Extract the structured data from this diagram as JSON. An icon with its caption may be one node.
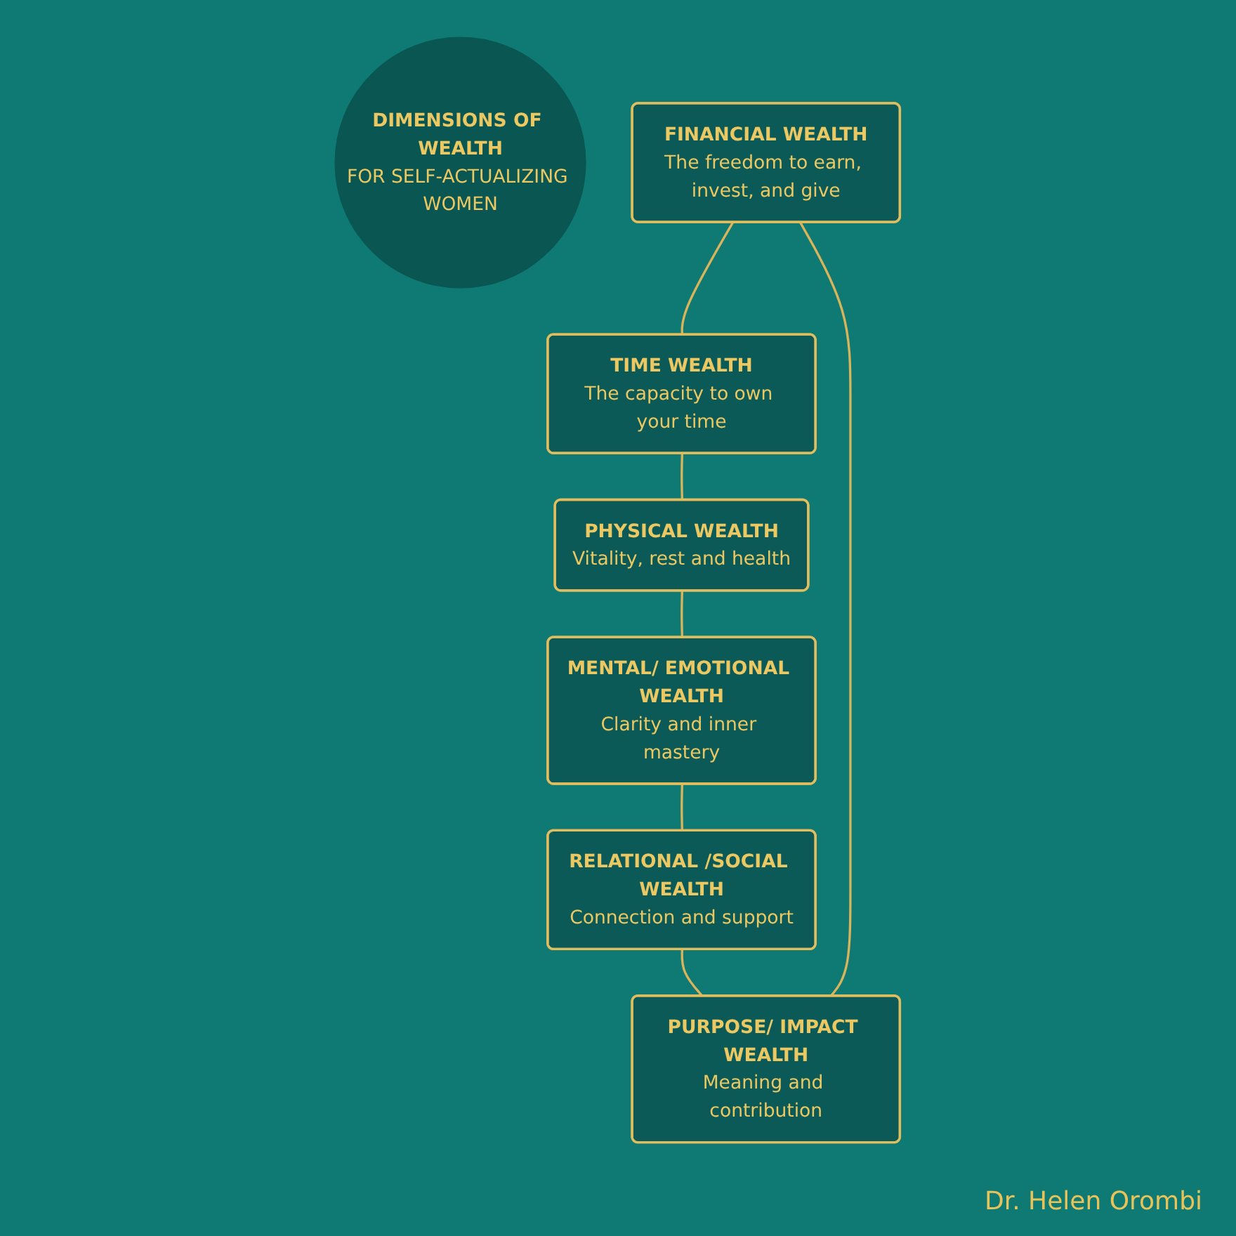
{
  "diagram": {
    "nodes": [
      {
        "text": [
          "DIMENSIONS OF WEALTH",
          "FOR SELF-ACTUALIZING WOMEN"
        ]
      },
      {
        "text": [
          "FINANCIAL WEALTH",
          "The freedom to earn, invest, and give"
        ]
      },
      {
        "text": [
          "TIME WEALTH",
          "The capacity to own your time"
        ]
      },
      {
        "text": [
          "PHYSICAL WEALTH",
          "Vitality, rest and health"
        ]
      },
      {
        "text": [
          "MENTAL/ EMOTIONAL WEALTH",
          "Clarity and inner mastery"
        ]
      },
      {
        "text": [
          "RELATIONAL /SOCIAL WEALTH",
          "Connection and support"
        ]
      },
      {
        "text": [
          "PURPOSE/ IMPACT WEALTH",
          "Meaning and contribution"
        ]
      }
    ],
    "edges": [
      {
        "from": 1,
        "to": 2,
        "arrow": "none"
      },
      {
        "from": 2,
        "to": 3,
        "arrow": "none"
      },
      {
        "from": 3,
        "to": 4,
        "arrow": "none"
      },
      {
        "from": 4,
        "to": 5,
        "arrow": "none"
      },
      {
        "from": 5,
        "to": 6,
        "arrow": "none"
      },
      {
        "from": 6,
        "to": 1,
        "arrow": "none"
      }
    ],
    "labels": [
      "Dr. Helen Orombi"
    ]
  }
}
